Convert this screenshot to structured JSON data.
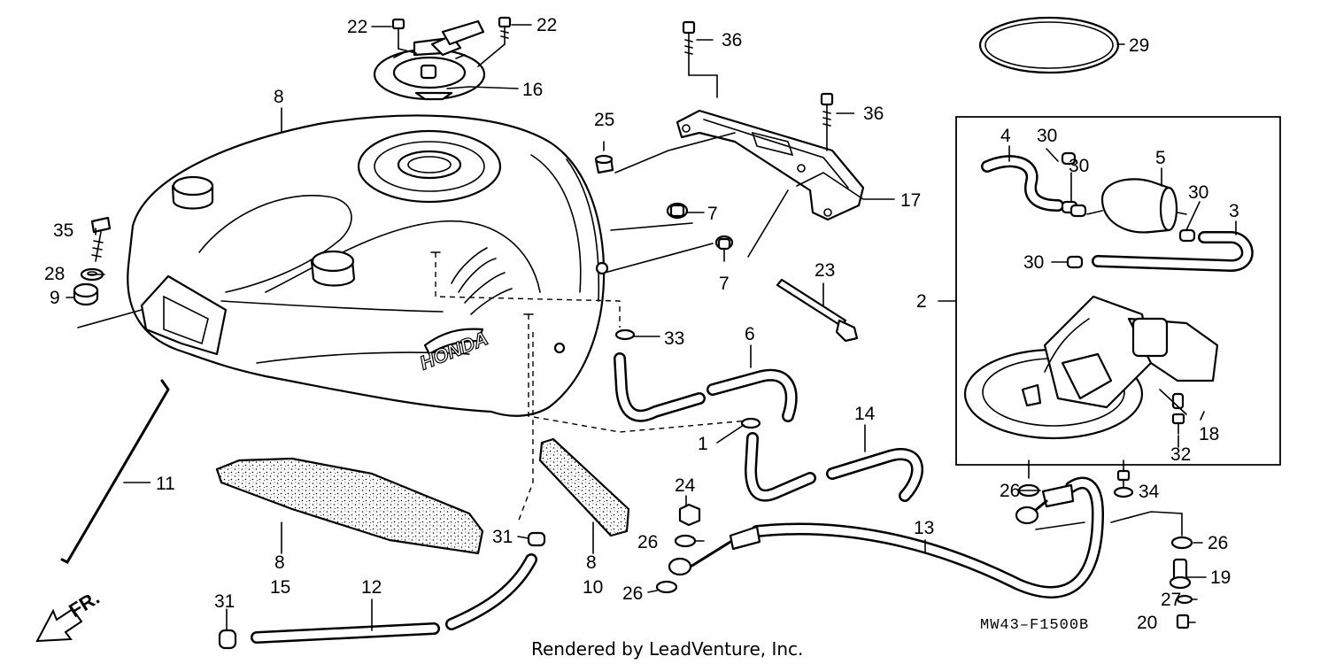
{
  "callouts": {
    "c1": "1",
    "c2": "2",
    "c3": "3",
    "c4": "4",
    "c5": "5",
    "c6": "6",
    "c7a": "7",
    "c7b": "7",
    "c8a": "8",
    "c8b": "8",
    "c8c": "8",
    "c9": "9",
    "c10": "10",
    "c11": "11",
    "c12": "12",
    "c13": "13",
    "c14": "14",
    "c15": "15",
    "c16": "16",
    "c17": "17",
    "c18": "18",
    "c19": "19",
    "c20": "20",
    "c22a": "22",
    "c22b": "22",
    "c23": "23",
    "c24": "24",
    "c25": "25",
    "c26a": "26",
    "c26b": "26",
    "c26c": "26",
    "c26d": "26",
    "c27": "27",
    "c28": "28",
    "c29": "29",
    "c30a": "30",
    "c30b": "30",
    "c30c": "30",
    "c30d": "30",
    "c31a": "31",
    "c31b": "31",
    "c32": "32",
    "c33": "33",
    "c34": "34",
    "c35": "35",
    "c36a": "36",
    "c36b": "36"
  },
  "tank_brand": "HONDA",
  "front_indicator": "FR.",
  "diagram_code": "MW43–F1500B",
  "credit": "Rendered by LeadVenture, Inc."
}
